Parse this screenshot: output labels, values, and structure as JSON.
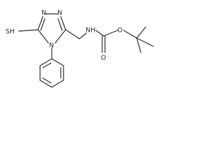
{
  "molecule": {
    "atom_labels": {
      "n1": "N",
      "n2": "N",
      "n4": "N",
      "sh": "SH",
      "nh": "NH",
      "o_carbonyl": "O",
      "o_ester": "O"
    }
  },
  "colors": {
    "bond": "#2b2b2b",
    "text": "#2b2b2b",
    "background": "#ffffff"
  }
}
